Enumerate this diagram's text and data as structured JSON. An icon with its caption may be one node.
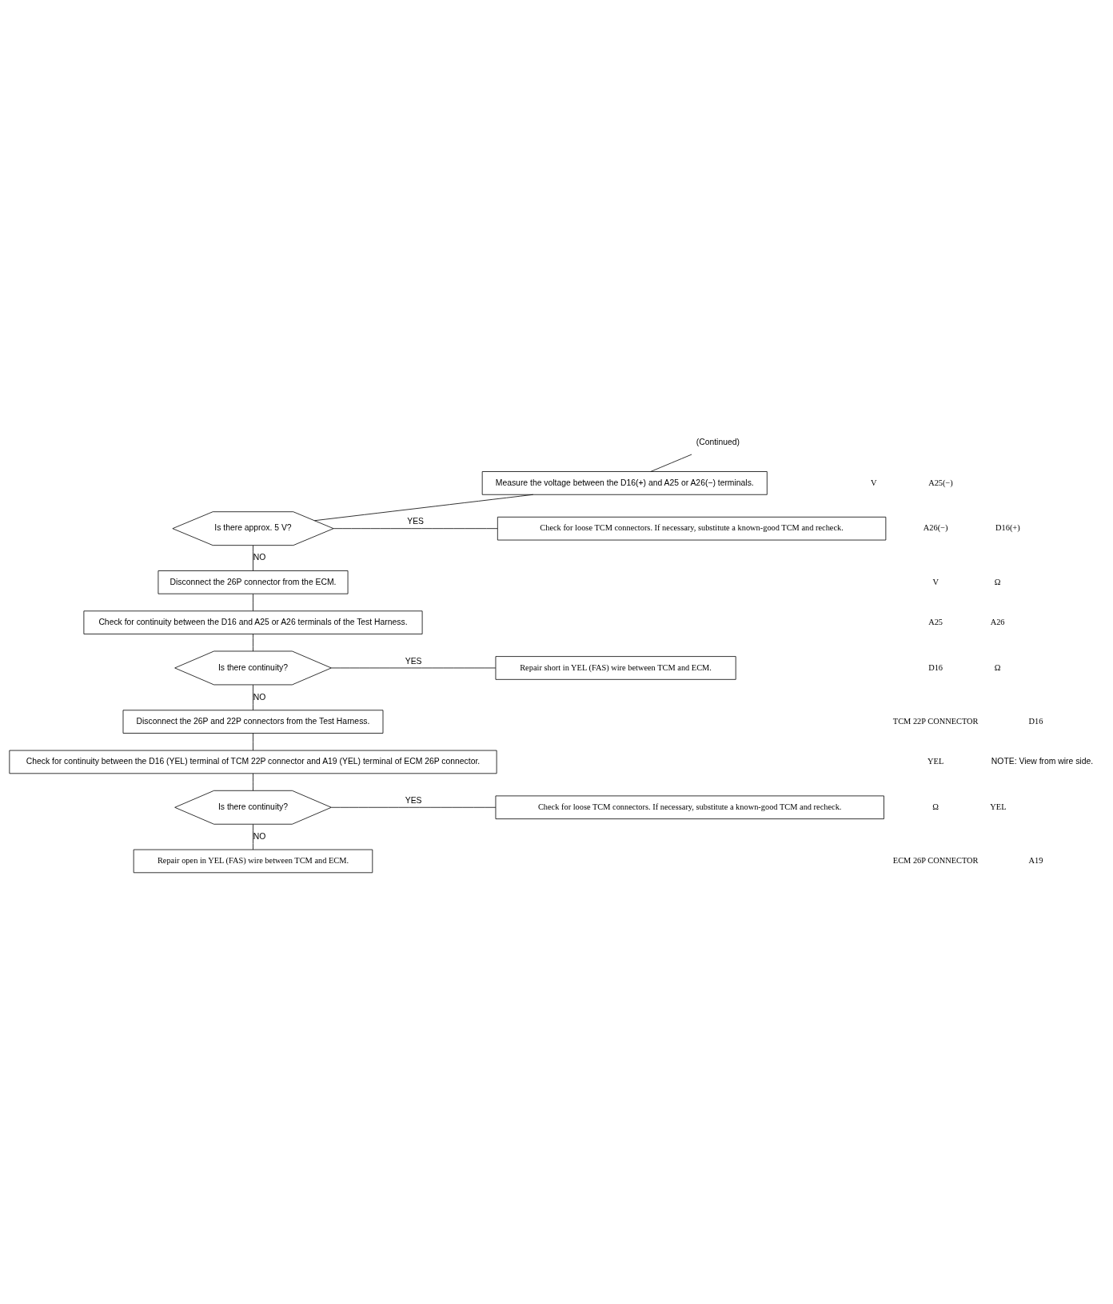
{
  "diagram": {
    "nodes": [
      {
        "text": [
          "(Continued)"
        ]
      },
      {
        "text": [
          "Measure the voltage between the D16(+) and A25 or A26(−) terminals."
        ]
      },
      {
        "text": [
          "Is there approx. 5 V?"
        ]
      },
      {
        "text": [
          "Check for loose TCM connectors. If necessary, substitute a known-good TCM and recheck."
        ]
      },
      {
        "text": [
          "Disconnect the 26P connector from the ECM."
        ]
      },
      {
        "text": [
          "Check for continuity between the D16 and A25 or A26 terminals of the Test Harness."
        ]
      },
      {
        "text": [
          "Is there continuity?"
        ]
      },
      {
        "text": [
          "Repair short in YEL (FAS) wire between TCM and ECM."
        ]
      },
      {
        "text": [
          "Disconnect the 26P and 22P connectors from the Test Harness."
        ]
      },
      {
        "text": [
          "Check for continuity between the D16 (YEL) terminal of TCM 22P connector and A19 (YEL) terminal of ECM 26P connector."
        ]
      },
      {
        "text": [
          "Is there continuity?"
        ]
      },
      {
        "text": [
          "Check for loose TCM connectors. If necessary, substitute a known-good TCM and recheck."
        ]
      },
      {
        "text": [
          "Repair open in YEL (FAS) wire between TCM and ECM."
        ]
      }
    ],
    "edges": [
      {
        "from": 0,
        "to": 1,
        "arrow": "none"
      },
      {
        "from": 1,
        "to": 2,
        "arrow": "none"
      },
      {
        "from": 2,
        "to": 3,
        "label": "YES",
        "arrow": "none"
      },
      {
        "from": 2,
        "to": 4,
        "label": "NO",
        "arrow": "none"
      },
      {
        "from": 4,
        "to": 5,
        "arrow": "none"
      },
      {
        "from": 5,
        "to": 6,
        "arrow": "none"
      },
      {
        "from": 6,
        "to": 7,
        "label": "YES",
        "arrow": "none"
      },
      {
        "from": 6,
        "to": 8,
        "label": "NO",
        "arrow": "none"
      },
      {
        "from": 8,
        "to": 9,
        "arrow": "none"
      },
      {
        "from": 9,
        "to": 10,
        "arrow": "none"
      },
      {
        "from": 10,
        "to": 11,
        "label": "YES",
        "arrow": "none"
      },
      {
        "from": 10,
        "to": 12,
        "label": "NO",
        "arrow": "none"
      }
    ],
    "labels": [
      "V",
      "A25(−)",
      "A26(−)",
      "D16(+)",
      "V",
      "Ω",
      "A25",
      "A26",
      "D16",
      "Ω",
      "TCM 22P CONNECTOR",
      "D16",
      "YEL",
      "NOTE: View from wire side.",
      "Ω",
      "YEL",
      "ECM 26P CONNECTOR",
      "A19"
    ]
  }
}
